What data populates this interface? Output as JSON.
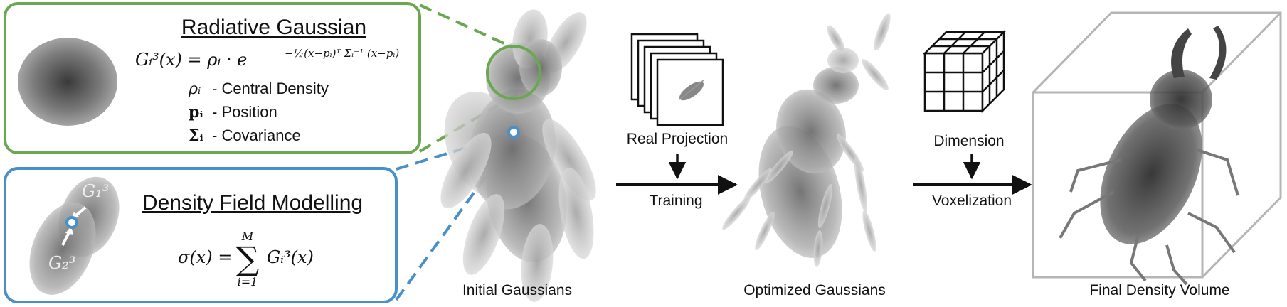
{
  "colors": {
    "green": "#6aa84f",
    "blue": "#4a90c8",
    "arrow": "#111111",
    "box_edge": "#b5b5b5"
  },
  "radiative": {
    "title": "Radiative Gaussian",
    "equation_lhs": "Gᵢ³(x) = ρᵢ · e",
    "equation_exp": "−½(x−pᵢ)ᵀ Σᵢ⁻¹ (x−pᵢ)",
    "params": [
      {
        "symbol": "ρᵢ",
        "label": "- Central Density"
      },
      {
        "symbol": "pᵢ",
        "label": "- Position"
      },
      {
        "symbol": "Σᵢ",
        "label": "- Covariance"
      }
    ]
  },
  "density": {
    "title": "Density Field Modelling",
    "g1_label": "G₁³",
    "g2_label": "G₂³",
    "equation_lhs": "σ(x) =",
    "sum_symbol": "∑",
    "sum_upper": "M",
    "sum_lower": "i=1",
    "equation_rhs": "Gᵢ³(x)"
  },
  "pipeline": {
    "input_label": "Real Projection",
    "training_label": "Training",
    "dimension_label": "Dimension",
    "voxelization_label": "Voxelization"
  },
  "captions": {
    "initial": "Initial Gaussians",
    "optimized": "Optimized Gaussians",
    "final": "Final Density Volume"
  },
  "icons": [
    "projection-stack-icon",
    "voxel-cube-icon",
    "density-volume-box-icon"
  ]
}
